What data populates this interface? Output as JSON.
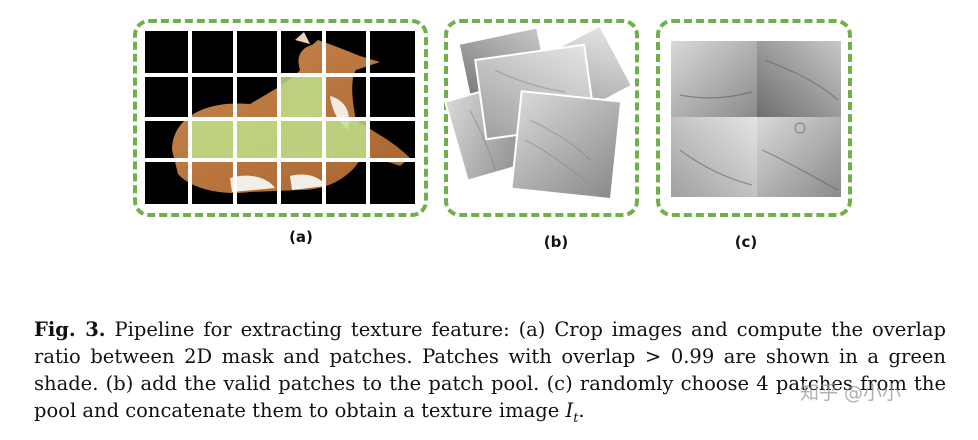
{
  "figure": {
    "subfigure_labels": {
      "a": "(a)",
      "b": "(b)",
      "c": "(c)"
    },
    "caption": {
      "prefix": "Fig. 3.",
      "text_before": " Pipeline for extracting texture feature: (a) Crop images and compute the overlap ratio between 2D mask and patches. Patches with overlap > 0.99 are shown in a green shade. (b) add the valid patches to the patch pool. (c) randomly choose 4 patches from the pool and concatenate them to obtain a texture image ",
      "symbol_base": "I",
      "symbol_sub": "t",
      "text_after": "."
    },
    "colors": {
      "dashed_border": "#6fb04a",
      "green_shade": "#bfe08a",
      "background": "#ffffff"
    }
  },
  "watermark": {
    "text": "知乎 @小小"
  }
}
